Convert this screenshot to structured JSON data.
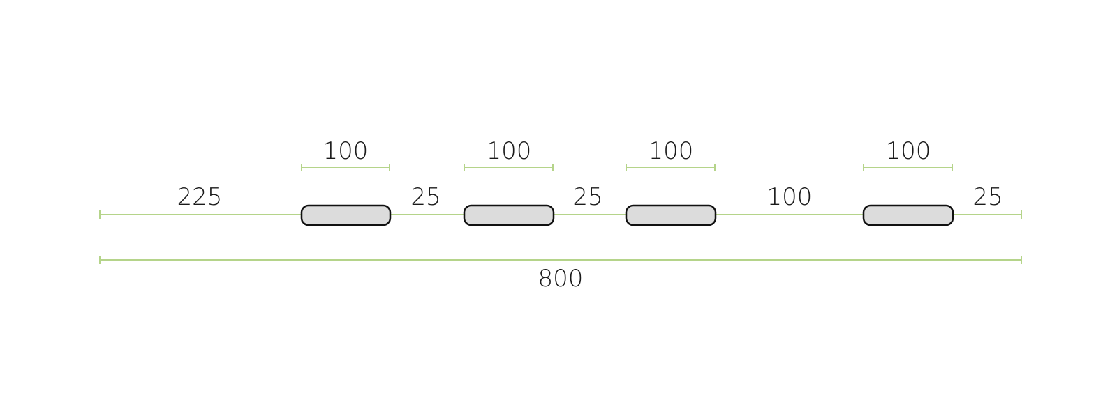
{
  "diagram": {
    "total_label": "800",
    "widths": [
      {
        "value": 100,
        "label": "100"
      },
      {
        "value": 100,
        "label": "100"
      },
      {
        "value": 100,
        "label": "100"
      },
      {
        "value": 100,
        "label": "100"
      }
    ],
    "gaps": [
      {
        "value": 225,
        "label": "225"
      },
      {
        "value": 25,
        "label": "25"
      },
      {
        "value": 25,
        "label": "25"
      },
      {
        "value": 100,
        "label": "100"
      },
      {
        "value": 25,
        "label": "25"
      }
    ],
    "total": 800,
    "colors": {
      "dimension_line": "#b5d48a",
      "item_fill": "#dcdcdc",
      "item_stroke": "#111111",
      "text": "#1a1a1a"
    }
  }
}
